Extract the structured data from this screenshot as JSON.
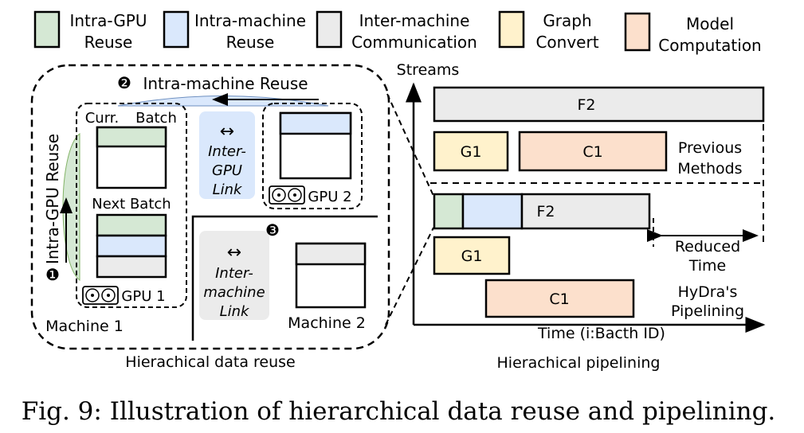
{
  "legend": [
    {
      "line1": "Intra-GPU",
      "line2": "Reuse",
      "color": "#d5e8d4"
    },
    {
      "line1": "Intra-machine",
      "line2": "Reuse",
      "color": "#dae8fc"
    },
    {
      "line1": "Inter-machine",
      "line2": "Communication",
      "color": "#ebebeb"
    },
    {
      "line1": "Graph",
      "line2": "Convert",
      "color": "#fff2cc"
    },
    {
      "line1": "Model",
      "line2": "Computation",
      "color": "#fce0cc"
    }
  ],
  "left": {
    "marker1": "❶",
    "marker2": "❷",
    "marker3": "❸",
    "intra_machine_reuse": "Intra-machine Reuse",
    "intra_gpu_reuse": "Intra-GPU Reuse",
    "curr": "Curr.",
    "batch": "Batch",
    "next_batch": "Next Batch",
    "gpu1": "GPU 1",
    "gpu2": "GPU 2",
    "inter_gpu_link": [
      "Inter-",
      "GPU",
      "Link"
    ],
    "inter_machine_link": [
      "Inter-",
      "machine",
      "Link"
    ],
    "machine1": "Machine 1",
    "machine2": "Machine 2",
    "caption": "Hierachical data reuse",
    "arrow_glyph": "↔"
  },
  "right": {
    "streams": "Streams",
    "time": "Time (i:Bacth ID)",
    "f2_top": "F2",
    "g1_top": "G1",
    "c1_top": "C1",
    "previous_methods": [
      "Previous",
      "Methods"
    ],
    "f2_bottom": "F2",
    "g1_bottom": "G1",
    "c1_bottom": "C1",
    "reduced_time": [
      "Reduced",
      "Time"
    ],
    "hydra": [
      "HyDra's",
      "Pipelining"
    ],
    "caption": "Hierachical pipelining"
  },
  "figure_caption": "Fig. 9: Illustration of hierarchical data reuse and pipelining.",
  "colors": {
    "green": "#d5e8d4",
    "blue": "#dae8fc",
    "gray": "#ebebeb",
    "yellow": "#fff2cc",
    "orange": "#fce0cc"
  }
}
